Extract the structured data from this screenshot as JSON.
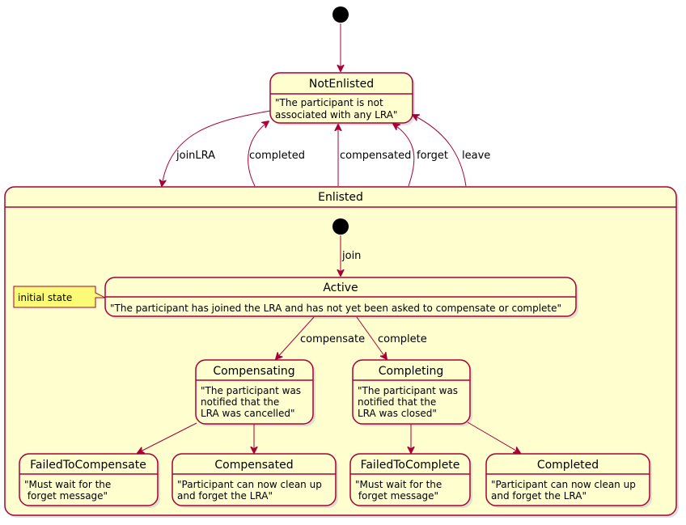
{
  "states": {
    "not_enlisted": {
      "name": "NotEnlisted",
      "desc": [
        "\"The participant is not",
        "associated with any LRA\""
      ]
    },
    "enlisted": {
      "name": "Enlisted"
    },
    "active": {
      "name": "Active",
      "desc": [
        "\"The participant has joined the LRA and has not yet been asked to compensate or complete\""
      ]
    },
    "compensating": {
      "name": "Compensating",
      "desc": [
        "\"The participant was",
        "notified that the",
        "LRA was cancelled\""
      ]
    },
    "completing": {
      "name": "Completing",
      "desc": [
        "\"The participant was",
        "notified that the",
        "LRA was closed\""
      ]
    },
    "failed_to_compensate": {
      "name": "FailedToCompensate",
      "desc": [
        "\"Must wait for the",
        " forget message\""
      ]
    },
    "compensated": {
      "name": "Compensated",
      "desc": [
        "\"Participant can now clean up",
        "and forget the LRA\""
      ]
    },
    "failed_to_complete": {
      "name": "FailedToComplete",
      "desc": [
        "\"Must wait for the",
        " forget message\""
      ]
    },
    "completed": {
      "name": "Completed",
      "desc": [
        "\"Participant can now clean up",
        "and forget the LRA\""
      ]
    }
  },
  "transitions": {
    "joinLRA": "joinLRA",
    "completed": "completed",
    "compensated": "compensated",
    "forget": "forget",
    "leave": "leave",
    "join": "join",
    "compensate": "compensate",
    "complete": "complete"
  },
  "note": {
    "text": "initial state"
  },
  "colors": {
    "state_fill": "#FEFECE",
    "border": "#A80036",
    "note_fill": "#FBFB77"
  }
}
